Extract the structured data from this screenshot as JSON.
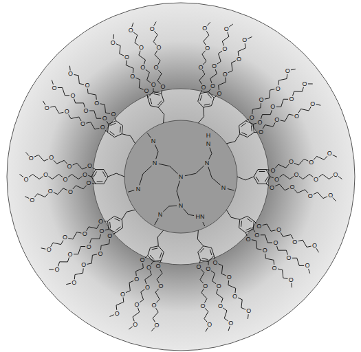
{
  "diagram": {
    "labels": [
      "N",
      "N",
      "N",
      "N",
      "N",
      "N",
      "N",
      "N",
      "HN",
      "N",
      "H",
      "O",
      "O",
      "O",
      "O",
      "O",
      "O",
      "O",
      "O",
      "O",
      "O",
      "O",
      "O",
      "O",
      "O",
      "O",
      "O",
      "O",
      "O",
      "O",
      "O",
      "O",
      "O",
      "O",
      "O",
      "O",
      "O",
      "O",
      "O",
      "O",
      "O",
      "O",
      "O",
      "O",
      "O",
      "O",
      "O",
      "O",
      "O",
      "O",
      "O",
      "O",
      "O",
      "O",
      "O",
      "O",
      "O",
      "O",
      "O",
      "O",
      "O",
      "O",
      "O",
      "O",
      "O",
      "O",
      "O",
      "O",
      "O",
      "O",
      "O",
      "O",
      "O",
      "O",
      "O",
      "O",
      "O",
      "O",
      "O",
      "O",
      "O",
      "O",
      "O",
      "O",
      "O",
      "O",
      "O",
      "O",
      "O",
      "O",
      "O",
      "O",
      "O",
      "O",
      "O",
      "O",
      "O",
      "O",
      "O",
      "O",
      "O",
      "O",
      "O",
      "O",
      "O",
      "O",
      "O",
      "O",
      "O",
      "O",
      "O",
      "O",
      "O",
      "O",
      "O",
      "O",
      "O",
      "O",
      "O",
      "O",
      "O",
      "O",
      "O",
      "O",
      "O",
      "O",
      "O",
      "O",
      "O",
      "O",
      "O"
    ]
  }
}
